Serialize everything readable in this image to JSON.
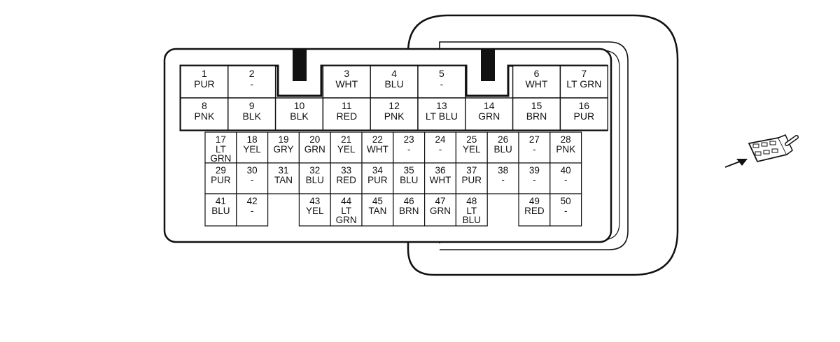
{
  "colors": {
    "stroke": "#111111",
    "background": "#ffffff",
    "text": "#111111"
  },
  "icons": {
    "connector_view": "connector-view-icon",
    "view_arrow": "arrow-icon"
  },
  "connector": {
    "pins": [
      {
        "num": "1",
        "color": [
          "PUR"
        ]
      },
      {
        "num": "2",
        "color": [
          "-"
        ]
      },
      {
        "num": "3",
        "color": [
          "WHT"
        ]
      },
      {
        "num": "4",
        "color": [
          "BLU"
        ]
      },
      {
        "num": "5",
        "color": [
          "-"
        ]
      },
      {
        "num": "6",
        "color": [
          "WHT"
        ]
      },
      {
        "num": "7",
        "color": [
          "LT GRN"
        ]
      },
      {
        "num": "8",
        "color": [
          "PNK"
        ]
      },
      {
        "num": "9",
        "color": [
          "BLK"
        ]
      },
      {
        "num": "10",
        "color": [
          "BLK"
        ]
      },
      {
        "num": "11",
        "color": [
          "RED"
        ]
      },
      {
        "num": "12",
        "color": [
          "PNK"
        ]
      },
      {
        "num": "13",
        "color": [
          "LT BLU"
        ]
      },
      {
        "num": "14",
        "color": [
          "GRN"
        ]
      },
      {
        "num": "15",
        "color": [
          "BRN"
        ]
      },
      {
        "num": "16",
        "color": [
          "PUR"
        ]
      },
      {
        "num": "17",
        "color": [
          "LT",
          "GRN"
        ]
      },
      {
        "num": "18",
        "color": [
          "YEL"
        ]
      },
      {
        "num": "19",
        "color": [
          "GRY"
        ]
      },
      {
        "num": "20",
        "color": [
          "GRN"
        ]
      },
      {
        "num": "21",
        "color": [
          "YEL"
        ]
      },
      {
        "num": "22",
        "color": [
          "WHT"
        ]
      },
      {
        "num": "23",
        "color": [
          "-"
        ]
      },
      {
        "num": "24",
        "color": [
          "-"
        ]
      },
      {
        "num": "25",
        "color": [
          "YEL"
        ]
      },
      {
        "num": "26",
        "color": [
          "BLU"
        ]
      },
      {
        "num": "27",
        "color": [
          "-"
        ]
      },
      {
        "num": "28",
        "color": [
          "PNK"
        ]
      },
      {
        "num": "29",
        "color": [
          "PUR"
        ]
      },
      {
        "num": "30",
        "color": [
          "-"
        ]
      },
      {
        "num": "31",
        "color": [
          "TAN"
        ]
      },
      {
        "num": "32",
        "color": [
          "BLU"
        ]
      },
      {
        "num": "33",
        "color": [
          "RED"
        ]
      },
      {
        "num": "34",
        "color": [
          "PUR"
        ]
      },
      {
        "num": "35",
        "color": [
          "BLU"
        ]
      },
      {
        "num": "36",
        "color": [
          "WHT"
        ]
      },
      {
        "num": "37",
        "color": [
          "PUR"
        ]
      },
      {
        "num": "38",
        "color": [
          "-"
        ]
      },
      {
        "num": "39",
        "color": [
          "-"
        ]
      },
      {
        "num": "40",
        "color": [
          "-"
        ]
      },
      {
        "num": "41",
        "color": [
          "BLU"
        ]
      },
      {
        "num": "42",
        "color": [
          "-"
        ]
      },
      {
        "num": "43",
        "color": [
          "YEL"
        ]
      },
      {
        "num": "44",
        "color": [
          "LT",
          "GRN"
        ]
      },
      {
        "num": "45",
        "color": [
          "TAN"
        ]
      },
      {
        "num": "46",
        "color": [
          "BRN"
        ]
      },
      {
        "num": "47",
        "color": [
          "GRN"
        ]
      },
      {
        "num": "48",
        "color": [
          "LT",
          "BLU"
        ]
      },
      {
        "num": "49",
        "color": [
          "RED"
        ]
      },
      {
        "num": "50",
        "color": [
          "-"
        ]
      }
    ]
  }
}
